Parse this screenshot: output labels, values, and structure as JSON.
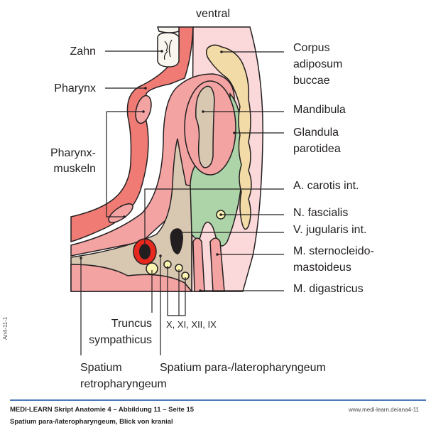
{
  "figure": {
    "orientation_label": "ventral",
    "labels_left": {
      "zahn": "Zahn",
      "pharynx": "Pharynx",
      "pharynxmuskeln_1": "Pharynx-",
      "pharynxmuskeln_2": "muskeln"
    },
    "labels_right": {
      "corpus_1": "Corpus",
      "corpus_2": "adiposum",
      "corpus_3": "buccae",
      "mandibula": "Mandibula",
      "glandula_1": "Glandula",
      "glandula_2": "parotidea",
      "carotis": "A. carotis int.",
      "fascialis": "N. fascialis",
      "jugularis": "V. jugularis int.",
      "scm_1": "M. sternocleido-",
      "scm_2": "mastoideus",
      "digastricus": "M. digastricus"
    },
    "labels_bottom": {
      "truncus_1": "Truncus",
      "truncus_2": "sympathicus",
      "nerves": "X, XI, XII, IX",
      "retro_1": "Spatium",
      "retro_2": "retropharyngeum",
      "para": "Spatium para-/lateropharyngeum"
    },
    "colors": {
      "muscle_dark": "#ef7b74",
      "muscle_light": "#f4a3a3",
      "skin": "#fbd9da",
      "fat": "#f2dba6",
      "parotid": "#acd4a8",
      "bone": "#d8c8b2",
      "nerve": "#fbf3b0",
      "artery": "#e6281e",
      "vein": "#231f20",
      "tooth": "#f8f6ef",
      "outline": "#231f20"
    }
  },
  "side_id": "An4-11-1",
  "footer": {
    "title": "MEDI-LEARN Skript Anatomie 4 – Abbildung 11 – Seite 15",
    "url": "www.medi-learn.de/ana4-11",
    "subtitle": "Spatium para-/lateropharyngeum, Blick von kranial"
  }
}
